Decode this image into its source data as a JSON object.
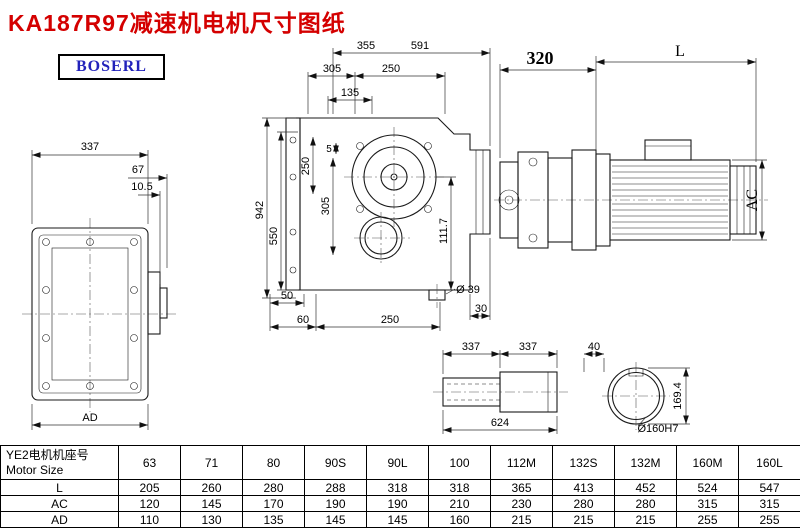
{
  "title": "KA187R97减速机电机尺寸图纸",
  "logo": "BOSERL",
  "dims": {
    "top_355": "355",
    "top_591": "591",
    "top_305": "305",
    "top_250": "250",
    "top_135": "135",
    "side_337": "337",
    "side_67": "67",
    "side_10_5": "10.5",
    "side_AD": "AD",
    "front_250": "250",
    "front_5": "5",
    "front_305": "305",
    "front_550": "550",
    "front_942": "942",
    "front_111_7": "111.7",
    "front_50": "50",
    "front_60": "60",
    "front_250b": "250",
    "front_dia39": "Ø 39",
    "front_30": "30",
    "motor_320": "320",
    "motor_L": "L",
    "motor_AC": "AC",
    "shaft_337_a": "337",
    "shaft_337_b": "337",
    "shaft_40": "40",
    "shaft_624": "624",
    "end_169_4": "169.4",
    "end_dia160": "Ø160H7"
  },
  "table": {
    "header_cn": "YE2电机机座号",
    "header_en": "Motor Size",
    "columns": [
      "63",
      "71",
      "80",
      "90S",
      "90L",
      "100",
      "112M",
      "132S",
      "132M",
      "160M",
      "160L"
    ],
    "rows": [
      {
        "label": "L",
        "values": [
          "205",
          "260",
          "280",
          "288",
          "318",
          "318",
          "365",
          "413",
          "452",
          "524",
          "547"
        ]
      },
      {
        "label": "AC",
        "values": [
          "120",
          "145",
          "170",
          "190",
          "190",
          "210",
          "230",
          "280",
          "280",
          "315",
          "315"
        ]
      },
      {
        "label": "AD",
        "values": [
          "110",
          "130",
          "135",
          "145",
          "145",
          "160",
          "215",
          "215",
          "215",
          "255",
          "255"
        ]
      }
    ]
  }
}
